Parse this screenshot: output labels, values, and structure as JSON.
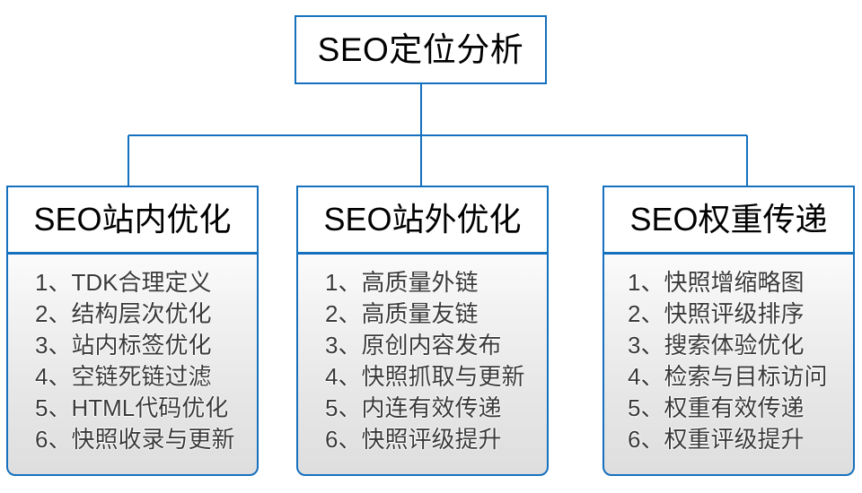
{
  "diagram": {
    "type": "org-chart",
    "title": "SEO定位分析",
    "accent_color": "#1570BE",
    "body_fill_top": "#fbfbfb",
    "body_fill_bottom": "#dedede",
    "root": {
      "label": "SEO定位分析"
    },
    "branches": [
      {
        "header": "SEO站内优化",
        "items": [
          "1、TDK合理定义",
          "2、结构层次优化",
          "3、站内标签优化",
          "4、空链死链过滤",
          "5、HTML代码优化",
          "6、快照收录与更新"
        ]
      },
      {
        "header": "SEO站外优化",
        "items": [
          "1、高质量外链",
          "2、高质量友链",
          "3、原创内容发布",
          "4、快照抓取与更新",
          "5、内连有效传递",
          "6、快照评级提升"
        ]
      },
      {
        "header": "SEO权重传递",
        "items": [
          "1、快照增缩略图",
          "2、快照评级排序",
          "3、搜索体验优化",
          "4、检索与目标访问",
          "5、权重有效传递",
          "6、权重评级提升"
        ]
      }
    ]
  }
}
